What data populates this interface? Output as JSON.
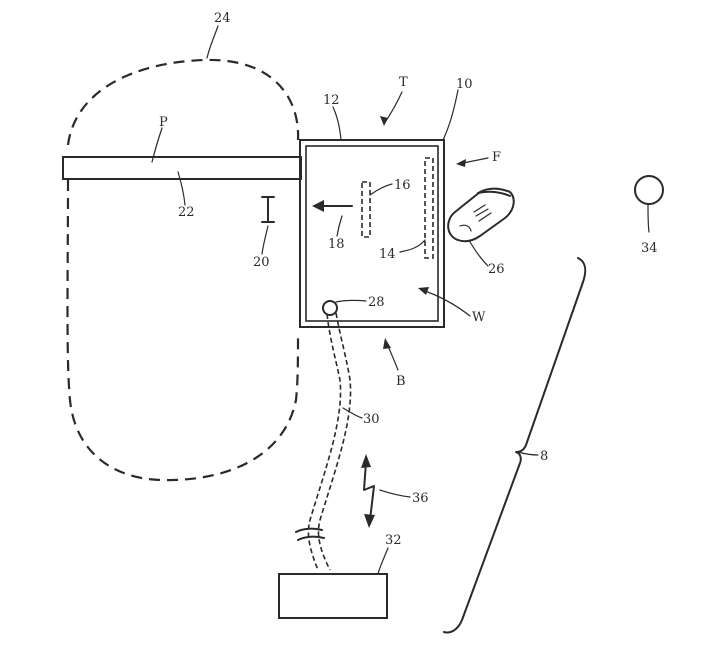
{
  "labels": {
    "ref_24": "24",
    "ref_t": "T",
    "ref_10": "10",
    "ref_12": "12",
    "ref_p": "P",
    "ref_f": "F",
    "ref_16": "16",
    "ref_22": "22",
    "ref_18": "18",
    "ref_14": "14",
    "ref_26": "26",
    "ref_20": "20",
    "ref_28": "28",
    "ref_w": "W",
    "ref_b": "B",
    "ref_30": "30",
    "ref_8": "8",
    "ref_36": "36",
    "ref_32": "32",
    "ref_34": "34"
  }
}
